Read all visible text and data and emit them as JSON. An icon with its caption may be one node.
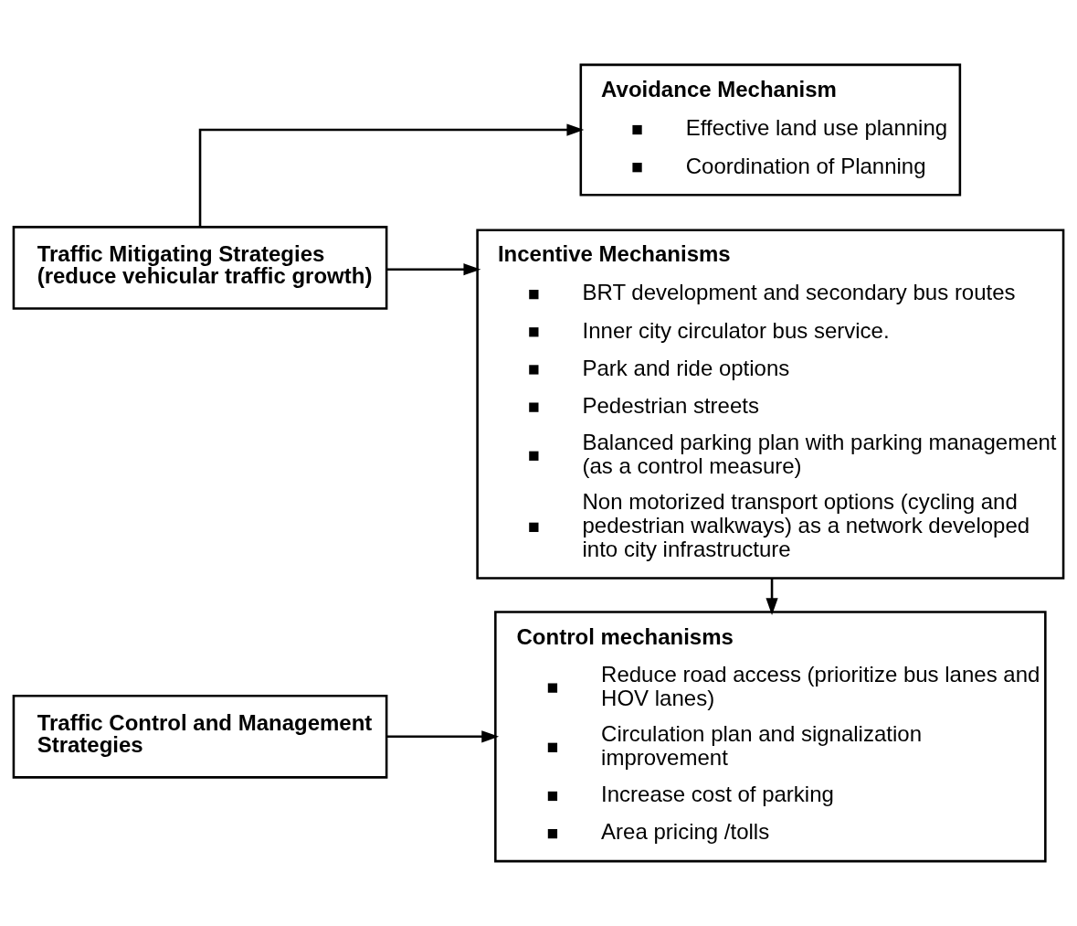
{
  "diagram": {
    "nodes": [
      {
        "text": [
          "Traffic Mitigating Strategies (reduce vehicular traffic growth)"
        ]
      },
      {
        "text": [
          "Avoidance Mechanism",
          "Effective land use planning",
          "Coordination of Planning"
        ]
      },
      {
        "text": [
          "Incentive Mechanisms",
          "BRT development and secondary bus routes",
          "Inner city circulator bus service.",
          "Park and ride options",
          "Pedestrian streets",
          "Balanced parking plan with parking management (as a control measure)",
          "Non motorized transport options (cycling and pedestrian walkways) as a network developed into city infrastructure"
        ]
      },
      {
        "text": [
          "Traffic Control and Management Strategies"
        ]
      },
      {
        "text": [
          "Control mechanisms",
          "Reduce road access (prioritize bus lanes and HOV lanes)",
          "Circulation plan and signalization improvement",
          "Increase cost of parking",
          "Area pricing /tolls"
        ]
      }
    ],
    "edges": [
      {
        "from": 0,
        "to": 1,
        "arrow": "to"
      },
      {
        "from": 0,
        "to": 2,
        "arrow": "to"
      },
      {
        "from": 2,
        "to": 4,
        "arrow": "to"
      },
      {
        "from": 3,
        "to": 4,
        "arrow": "to"
      }
    ]
  }
}
